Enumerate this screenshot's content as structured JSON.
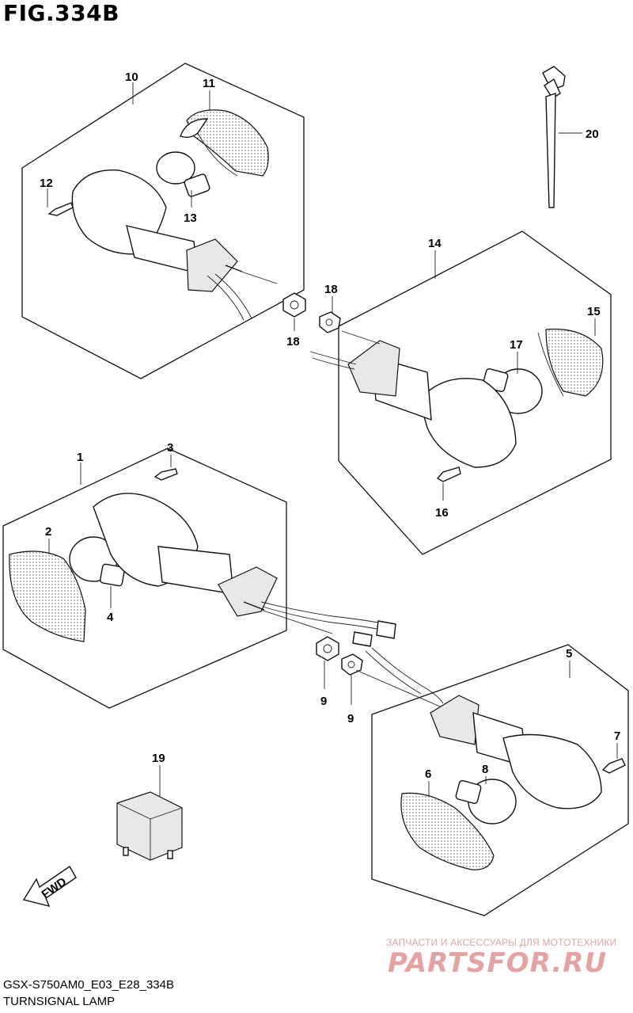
{
  "figure_title": "FIG.334B",
  "callouts": {
    "c1": "1",
    "c2": "2",
    "c3": "3",
    "c4": "4",
    "c5": "5",
    "c6": "6",
    "c7": "7",
    "c8": "8",
    "c9a": "9",
    "c9b": "9",
    "c10": "10",
    "c11": "11",
    "c12": "12",
    "c13": "13",
    "c14": "14",
    "c15": "15",
    "c16": "16",
    "c17": "17",
    "c18a": "18",
    "c18b": "18",
    "c19": "19",
    "c20": "20"
  },
  "fwd_label": "FWD",
  "footer": {
    "code": "GSX-S750AM0_E03_E28_334B",
    "name": "TURNSIGNAL LAMP"
  },
  "watermark": {
    "subtitle": "ЗАПЧАСТИ И АКСЕССУАРЫ ДЛЯ МОТОТЕХНИКИ",
    "logo": "PARTSFOR.RU"
  }
}
